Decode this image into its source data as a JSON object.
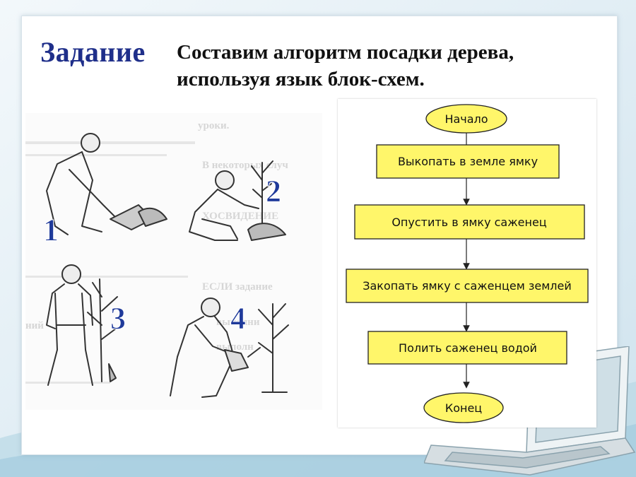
{
  "header": {
    "task_word": "Задание",
    "task_line1": "Составим алгоритм посадки дерева,",
    "task_line2": "используя язык блок-схем."
  },
  "illustration": {
    "steps": [
      "1",
      "2",
      "3",
      "4"
    ],
    "book_text": {
      "top": "уроки.",
      "r1": "В некоторых случ",
      "r2": "ХОСВИДЕНИЕ",
      "r3": "ЕСЛИ задание",
      "r4": "выполни",
      "r5": "выполн",
      "r6": "ний"
    }
  },
  "flowchart": {
    "start": "Начало",
    "steps": [
      "Выкопать в земле ямку",
      "Опустить в ямку саженец",
      "Закопать ямку с саженцем землей",
      "Полить саженец водой"
    ],
    "end": "Конец"
  },
  "colors": {
    "block_fill": "#fff66a",
    "block_stroke": "#222222",
    "title_color": "#1f2f8a",
    "step_number_color": "#1f3a9a"
  }
}
